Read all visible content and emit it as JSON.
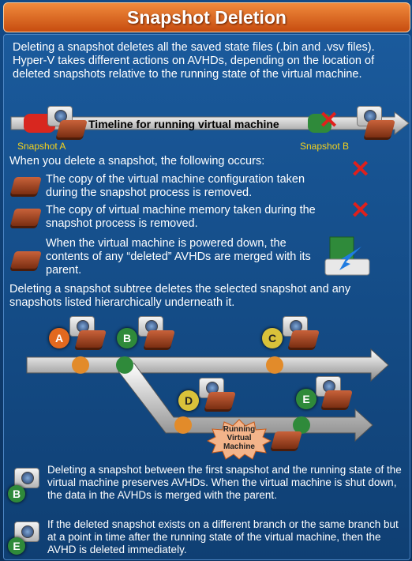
{
  "title": "Snapshot Deletion",
  "intro": "Deleting a snapshot deletes all the saved state files (.bin and .vsv files). Hyper-V takes different actions on AVHDs, depending on the location of deleted snapshots relative to the running state of the virtual machine.",
  "timeline": {
    "label": "Timeline for running virtual machine",
    "snapshot_a": "Snapshot A",
    "snapshot_b": "Snapshot B"
  },
  "occurs_heading": "When you delete a snapshot, the following occurs:",
  "occurs_items": [
    "The copy of the virtual machine configuration taken during the snapshot process is removed.",
    "The copy of virtual machine memory taken during the snapshot process is removed.",
    "When the virtual machine is powered down, the contents of any “deleted” AVHDs are merged with its parent."
  ],
  "subtree_text": "Deleting a snapshot subtree deletes the selected snapshot and any snapshots listed hierarchically underneath it.",
  "tree": {
    "nodes": [
      "A",
      "B",
      "C",
      "D",
      "E"
    ],
    "running_label": "Running Virtual Machine"
  },
  "notes": [
    {
      "letter": "B",
      "text": "Deleting a snapshot between the first snapshot and the running state of the virtual machine preserves AVHDs. When the virtual machine is shut down, the data in the AVHDs is merged with the parent."
    },
    {
      "letter": "E",
      "text": "If the deleted snapshot exists on a different branch or the same branch but at a point in time after the running state of the virtual machine, then the AVHD is deleted immediately."
    }
  ],
  "colors": {
    "background": "#124a86",
    "title": "#e0702a",
    "node_a": "#e2691f",
    "node_b": "#2f8a3a",
    "node_c": "#d9c23a",
    "node_d": "#d9c23a",
    "node_e": "#2f8a3a",
    "delete_mark": "#e0201c"
  }
}
